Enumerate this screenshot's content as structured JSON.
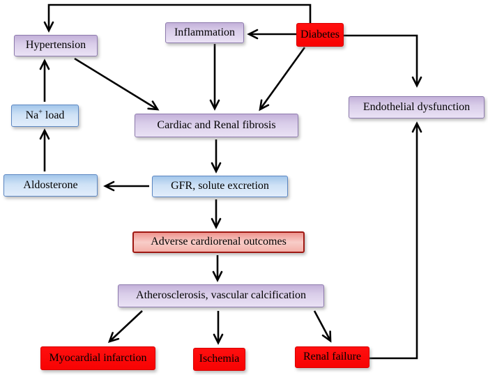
{
  "figure": {
    "title_hint": "Cardiorenal pathophysiology flowchart",
    "background_color": "#ffffff",
    "colors": {
      "arrow": "#000000",
      "purple_fill_top": "#c3b1d9",
      "purple_fill_bottom": "#eae2f5",
      "purple_border": "#8d7aad",
      "blue_fill_top": "#a3c6ea",
      "blue_fill_bottom": "#e2edfb",
      "blue_border": "#5b86c2",
      "red_fill": "#f70303",
      "pink_fill_top": "#ee948e",
      "pink_border": "#9e1812",
      "text": "#000000"
    },
    "nodes": {
      "hypertension": {
        "label": "Hypertension",
        "style": "purple"
      },
      "inflammation": {
        "label": "Inflammation",
        "style": "purple"
      },
      "diabetes": {
        "label": "Diabetes",
        "style": "red"
      },
      "endothelial_dysfunction": {
        "label": "Endothelial dysfunction",
        "style": "purple"
      },
      "na_load": {
        "label_base": "Na",
        "label_sup": "+",
        "label_rest": " load",
        "style": "blue"
      },
      "cardiac_renal_fibrosis": {
        "label": "Cardiac and Renal fibrosis",
        "style": "purple"
      },
      "aldosterone": {
        "label": "Aldosterone",
        "style": "blue"
      },
      "gfr_solute_excretion": {
        "label": "GFR, solute excretion",
        "style": "blue"
      },
      "adverse_cardiorenal_outcomes": {
        "label": "Adverse cardiorenal outcomes",
        "style": "pink"
      },
      "atherosclerosis_vascular_calcification": {
        "label": "Atherosclerosis, vascular calcification",
        "style": "purple"
      },
      "myocardial_infarction": {
        "label": "Myocardial infarction",
        "style": "red"
      },
      "ischemia": {
        "label": "Ischemia",
        "style": "red"
      },
      "renal_failure": {
        "label": "Renal failure",
        "style": "red"
      }
    },
    "edges": [
      {
        "from": "diabetes",
        "to": "hypertension"
      },
      {
        "from": "diabetes",
        "to": "inflammation"
      },
      {
        "from": "diabetes",
        "to": "cardiac_renal_fibrosis"
      },
      {
        "from": "diabetes",
        "to": "endothelial_dysfunction"
      },
      {
        "from": "inflammation",
        "to": "cardiac_renal_fibrosis"
      },
      {
        "from": "hypertension",
        "to": "cardiac_renal_fibrosis"
      },
      {
        "from": "na_load",
        "to": "hypertension"
      },
      {
        "from": "aldosterone",
        "to": "na_load"
      },
      {
        "from": "gfr_solute_excretion",
        "to": "aldosterone"
      },
      {
        "from": "cardiac_renal_fibrosis",
        "to": "gfr_solute_excretion"
      },
      {
        "from": "gfr_solute_excretion",
        "to": "adverse_cardiorenal_outcomes"
      },
      {
        "from": "adverse_cardiorenal_outcomes",
        "to": "atherosclerosis_vascular_calcification"
      },
      {
        "from": "atherosclerosis_vascular_calcification",
        "to": "myocardial_infarction"
      },
      {
        "from": "atherosclerosis_vascular_calcification",
        "to": "ischemia"
      },
      {
        "from": "atherosclerosis_vascular_calcification",
        "to": "renal_failure"
      },
      {
        "from": "renal_failure",
        "to": "endothelial_dysfunction"
      }
    ]
  }
}
